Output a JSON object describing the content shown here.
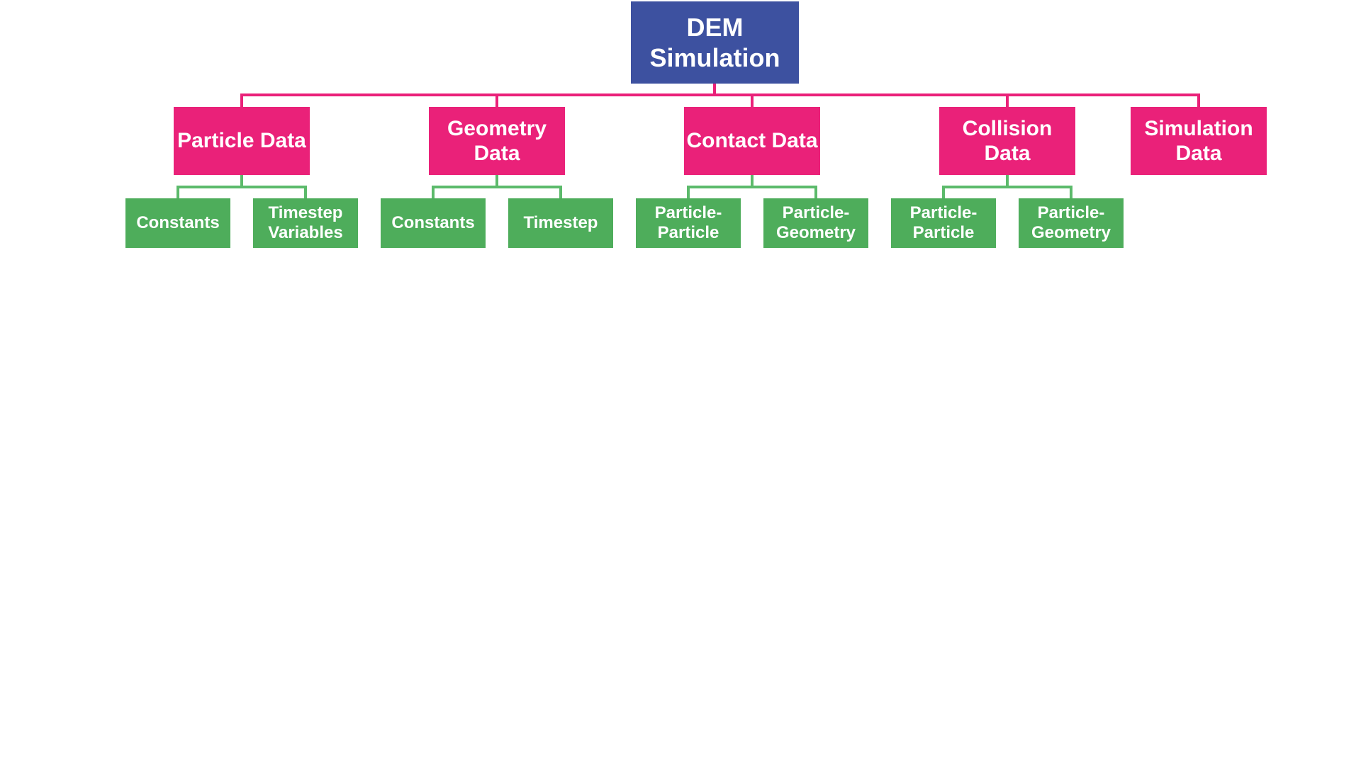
{
  "title": "DEM Simulation data hierarchy diagram",
  "colors": {
    "background": "#ffffff",
    "root": "#3d51a0",
    "branch": "#ea2179",
    "leaf": "#4ead5b",
    "branch_line": "#ea2179",
    "leaf_line": "#5cba6b",
    "text": "#ffffff"
  },
  "tree": {
    "root": {
      "label": "DEM Simulation"
    },
    "groups": [
      {
        "label": "Particle Data",
        "children": [
          "Constants",
          "Timestep Variables"
        ]
      },
      {
        "label": "Geometry Data",
        "children": [
          "Constants",
          "Timestep"
        ]
      },
      {
        "label": "Contact Data",
        "children": [
          "Particle-Particle",
          "Particle-Geometry"
        ]
      },
      {
        "label": "Collision Data",
        "children": [
          "Particle-Particle",
          "Particle-Geometry"
        ]
      },
      {
        "label": "Simulation Data",
        "children": []
      }
    ]
  }
}
